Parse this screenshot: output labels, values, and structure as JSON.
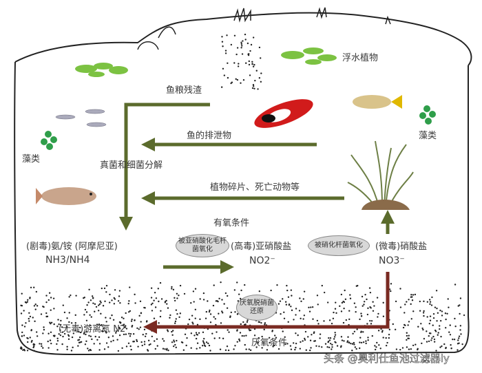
{
  "labels": {
    "floating_plants": "浮水植物",
    "fish_food_residue": "鱼粮残渣",
    "fish_excrement": "鱼的排泄物",
    "decomposition": "真菌和细菌分解",
    "plant_debris": "植物碎片、死亡动物等",
    "aerobic": "有氧条件",
    "algae_left": "藻类",
    "algae_right": "藻类",
    "ammonia": "(剧毒)氨/铵 (阿摩尼亚)",
    "ammonia_formula": "NH3/NH4",
    "nitrosomonas": "被亚硝酸化毛杆菌氧化",
    "nitrite": "(高毒)亚硝酸盐",
    "nitrite_formula": "NO2⁻",
    "nitrobacter": "被硝化杆菌氧化",
    "nitrate": "(微毒)硝酸盐",
    "nitrate_formula": "NO3⁻",
    "denitrifier": "厌氧脱硝菌还原",
    "nitrogen": "(无毒)游离氮 N2",
    "anaerobic": "厌氧条件"
  },
  "watermark": "头条 @奥利仕鱼池过滤器ly",
  "colors": {
    "green_arrow": "#5b6b2c",
    "brown_arrow": "#7a2a22",
    "lily": "#7cc242",
    "algae": "#2f9e4a"
  }
}
